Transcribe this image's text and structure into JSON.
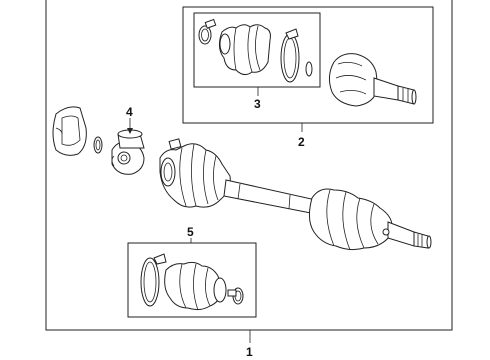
{
  "callouts": {
    "c1": "1",
    "c2": "2",
    "c3": "3",
    "c4": "4",
    "c5": "5"
  },
  "colors": {
    "line": "#222222",
    "background": "#ffffff"
  }
}
